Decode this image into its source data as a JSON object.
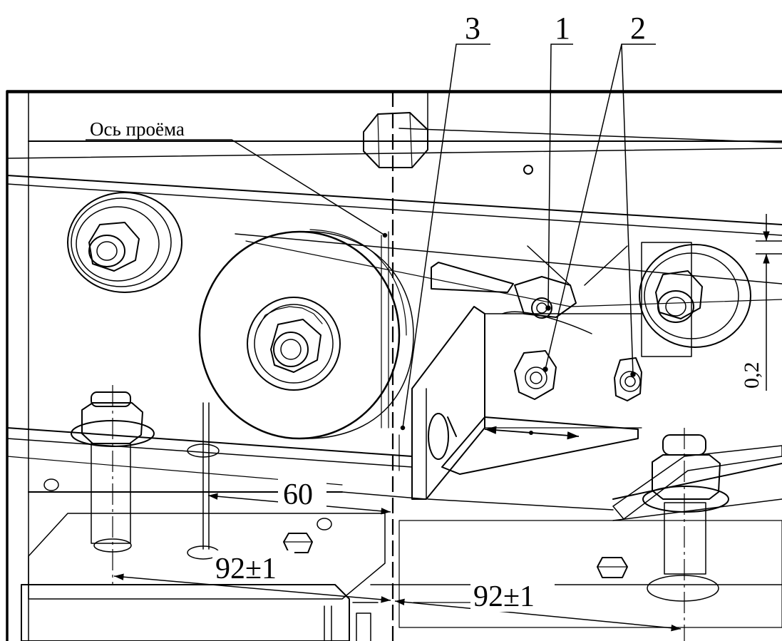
{
  "callouts": {
    "part_1": "1",
    "part_2": "2",
    "part_3": "3"
  },
  "notes": {
    "opening_axis": "Ось проёма"
  },
  "dimensions": {
    "gap_vertical": "0,2",
    "left_offset": "60",
    "left_span": "92±1",
    "right_span": "92±1"
  }
}
